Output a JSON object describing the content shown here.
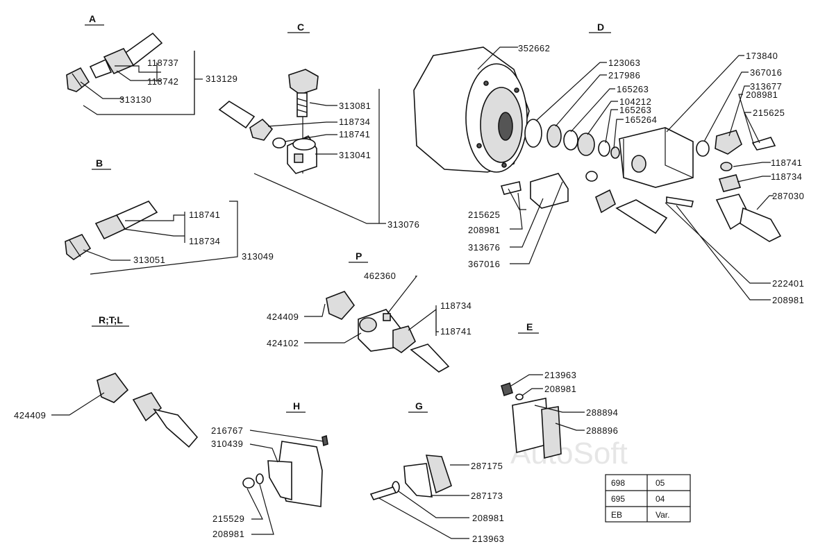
{
  "watermark": "AutoSoft",
  "sections": {
    "a": "A",
    "b": "B",
    "c": "C",
    "d": "D",
    "p": "P",
    "rtl": "R;T;L",
    "h": "H",
    "g": "G",
    "e": "E"
  },
  "labels": {
    "a1": "118737",
    "a2": "118742",
    "a3": "313129",
    "a4": "313130",
    "b1": "118741",
    "b2": "118734",
    "b3": "313051",
    "b4": "313049",
    "c1": "313081",
    "c2": "118734",
    "c3": "118741",
    "c4": "313041",
    "c5": "313076",
    "d1": "352662",
    "d2": "123063",
    "d3": "217986",
    "d4": "165263",
    "d5": "104212",
    "d6": "165263",
    "d7": "165264",
    "d8": "173840",
    "d9": "367016",
    "d10": "313677",
    "d11": "208981",
    "d12": "215625",
    "d13": "118741",
    "d14": "118734",
    "d15": "287030",
    "d16": "215625",
    "d17": "208981",
    "d18": "313676",
    "d19": "367016",
    "d20": "222401",
    "d21": "208981",
    "p1": "462360",
    "p2": "424409",
    "p3": "424102",
    "p4": "118734",
    "p5": "118741",
    "r1": "424409",
    "h1": "216767",
    "h2": "310439",
    "h3": "215529",
    "h4": "208981",
    "g1": "287175",
    "g2": "287173",
    "g3": "208981",
    "g4": "213963",
    "e1": "213963",
    "e2": "208981",
    "e3": "288894",
    "e4": "288896"
  },
  "table": [
    [
      "698",
      "05"
    ],
    [
      "695",
      "04"
    ],
    [
      "EB",
      "Var."
    ]
  ]
}
